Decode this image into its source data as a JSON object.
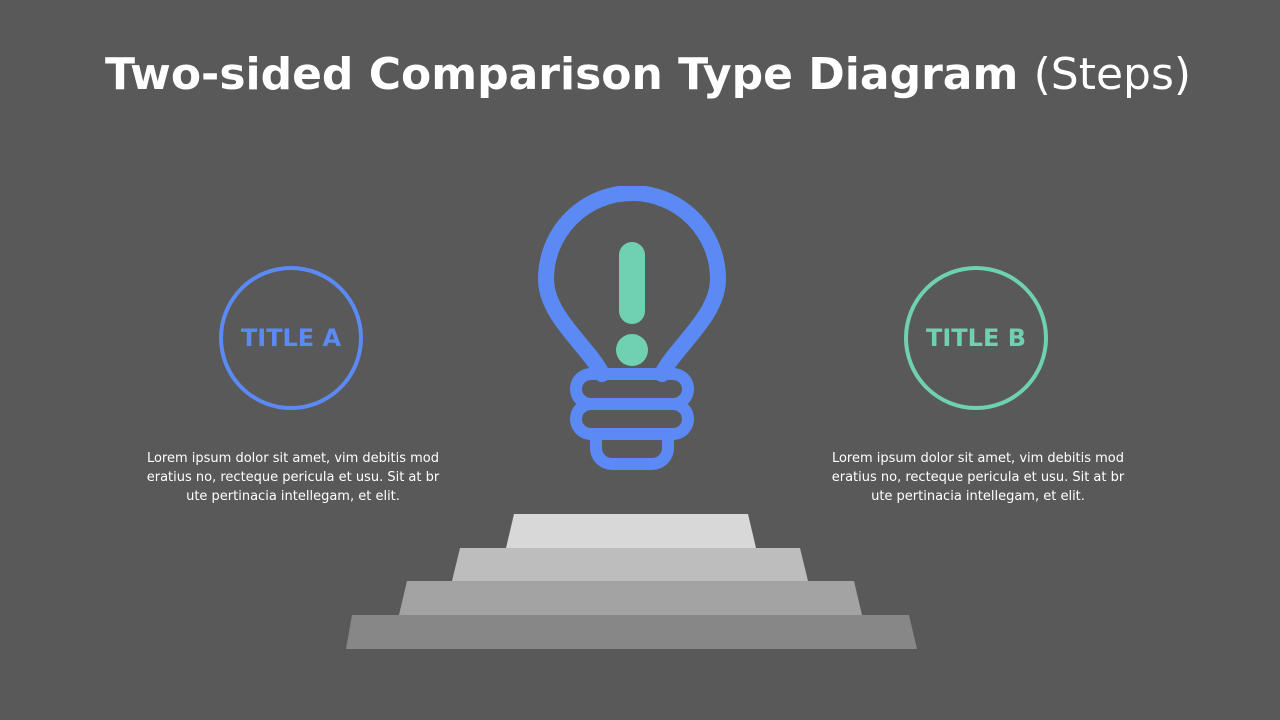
{
  "title": {
    "bold": "Two-sided Comparison Type Diagram",
    "light": "(Steps)"
  },
  "left": {
    "title": "TITLE A",
    "text": "Lorem ipsum dolor sit amet, vim debitis mod eratius no, recteque pericula et usu. Sit at br ute pertinacia intellegam, et elit.",
    "color": "#5b8af5"
  },
  "right": {
    "title": "TITLE B",
    "text": "Lorem ipsum dolor sit amet, vim debitis mod eratius no, recteque pericula et usu. Sit at br ute pertinacia intellegam, et elit.",
    "color": "#6fd1b1"
  },
  "center_icon": {
    "name": "lightbulb-icon",
    "accent": "exclamation-icon"
  },
  "colors": {
    "background": "#595959",
    "bulb": "#5b8af5",
    "exclamation": "#6fd1b1",
    "step_1": "#d8d8d8",
    "step_2": "#bdbdbd",
    "step_3": "#a3a3a3",
    "step_4": "#878787"
  }
}
